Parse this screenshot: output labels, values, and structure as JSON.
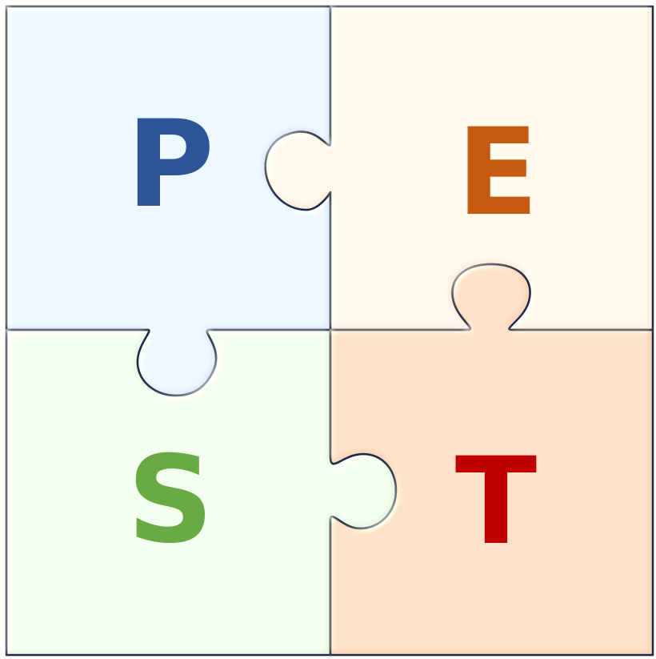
{
  "pieces": [
    {
      "id": "p",
      "letter": "P",
      "fill": "#e3eefc",
      "letter_color": "#2e5597"
    },
    {
      "id": "e",
      "letter": "E",
      "fill": "#fdeee0",
      "letter_color": "#c55a11"
    },
    {
      "id": "s",
      "letter": "S",
      "fill": "#eaf7e4",
      "letter_color": "#6aaa44"
    },
    {
      "id": "t",
      "letter": "T",
      "fill": "#fad6ba",
      "letter_color": "#c00000"
    }
  ],
  "colors": {
    "outline": "#1f2b46",
    "background": "#ffffff"
  }
}
